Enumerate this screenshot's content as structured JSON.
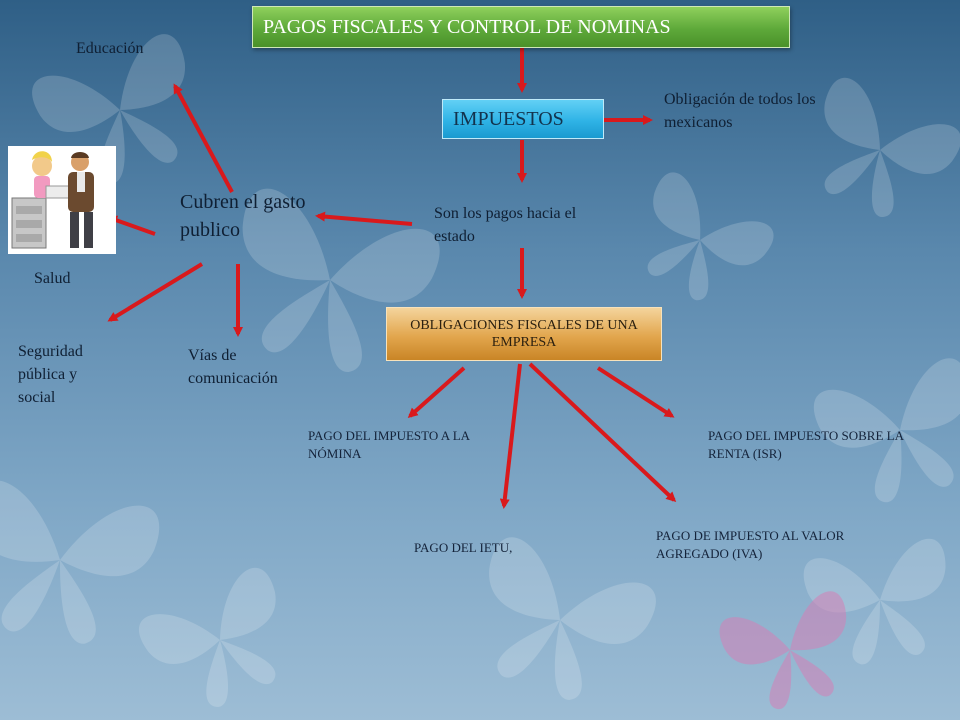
{
  "title": "PAGOS FISCALES Y CONTROL DE NOMINAS",
  "impuestos": "IMPUESTOS",
  "obligacion": "Obligación de todos los mexicanos",
  "son_pagos": "Son los pagos hacia el estado",
  "cubren": "Cubren el gasto publico",
  "educacion": "Educación",
  "salud": "Salud",
  "seguridad": "Seguridad pública y social",
  "vias": "Vías de comunicación",
  "obligaciones_fiscales": "OBLIGACIONES FISCALES DE UNA EMPRESA",
  "pago_nomina": "PAGO DEL IMPUESTO A LA NÓMINA",
  "pago_isr": "PAGO DEL IMPUESTO SOBRE LA RENTA (ISR)",
  "pago_ietu": "PAGO DEL IETU,",
  "pago_iva": "PAGO DE IMPUESTO AL VALOR AGREGADO (IVA)",
  "colors": {
    "arrow": "#d9191c",
    "title_green": "#5ea93a",
    "impuestos_blue": "#2fb3e6",
    "obligaciones_orange": "#e2a64d",
    "background": "#5a88ad"
  },
  "picture_icon": "office-workers-clipart-icon"
}
